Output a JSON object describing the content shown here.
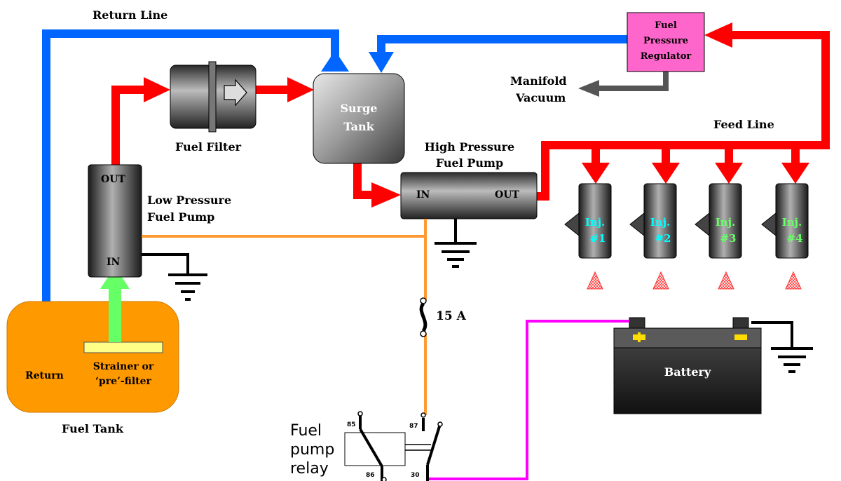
{
  "labels": {
    "return_line": "Return Line",
    "fuel_filter": "Fuel Filter",
    "surge_tank_line1": "Surge",
    "surge_tank_line2": "Tank",
    "hp_pump_line1": "High Pressure",
    "hp_pump_line2": "Fuel Pump",
    "hp_in": "IN",
    "hp_out": "OUT",
    "lp_out": "OUT",
    "lp_in": "IN",
    "lp_pump_line1": "Low Pressure",
    "lp_pump_line2": "Fuel Pump",
    "regulator_line1": "Fuel",
    "regulator_line2": "Pressure",
    "regulator_line3": "Regulator",
    "manifold_line1": "Manifold",
    "manifold_line2": "Vacuum",
    "feed_line": "Feed Line",
    "fuse": "15 A",
    "battery": "Battery",
    "tank_return": "Return",
    "strainer_line1": "Strainer or",
    "strainer_line2": "‘pre’-filter",
    "fuel_tank": "Fuel Tank",
    "relay_line1": "Fuel",
    "relay_line2": "pump",
    "relay_line3": "relay",
    "relay_pin_85": "85",
    "relay_pin_87": "87",
    "relay_pin_86": "86",
    "relay_pin_30": "30"
  },
  "injectors": [
    {
      "line1": "Inj.",
      "line2": "#1"
    },
    {
      "line1": "Inj.",
      "line2": "#2"
    },
    {
      "line1": "Inj.",
      "line2": "#3"
    },
    {
      "line1": "Inj.",
      "line2": "#4"
    }
  ],
  "colors": {
    "return_line": "#0066ff",
    "feed_line": "#ff0000",
    "suction": "#66ff66",
    "vacuum": "#555555",
    "power_wire": "#ff9933",
    "battery_wire": "#ff00ff",
    "fuel_tank": "#ff9900",
    "regulator": "#ff66cc",
    "strainer": "#ffff88",
    "injector_text_1": "#00ffff",
    "injector_text_2": "#00ffff",
    "injector_text_3": "#66ff66",
    "injector_text_4": "#66ff66"
  }
}
